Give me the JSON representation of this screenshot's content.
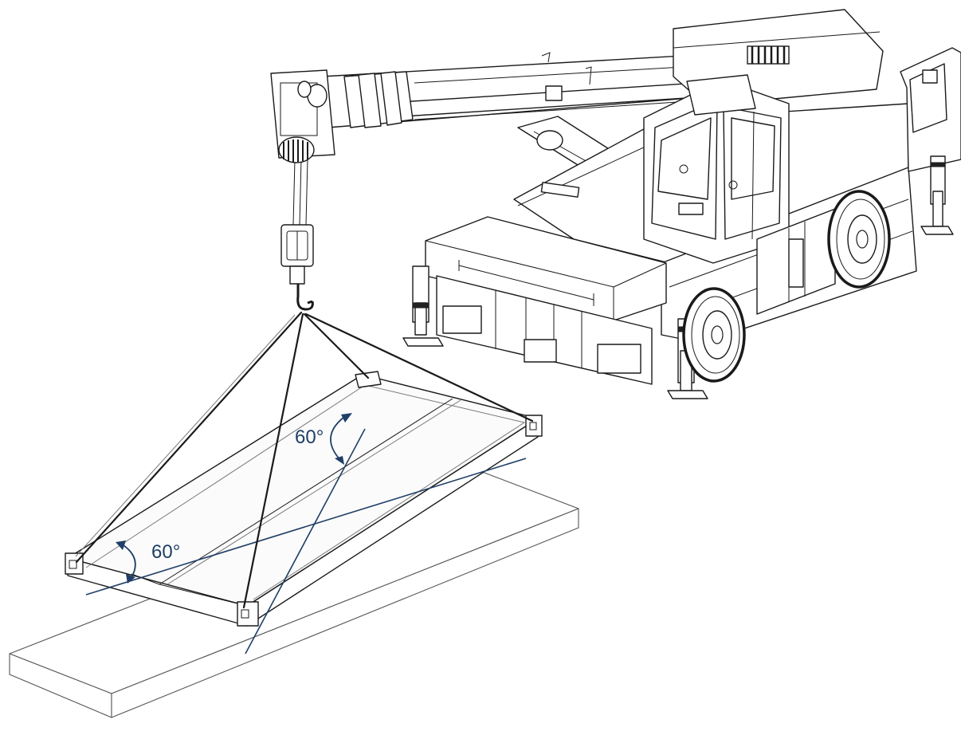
{
  "diagram": {
    "annotations": [
      {
        "id": "angle-upper",
        "text": "60°"
      },
      {
        "id": "angle-lower",
        "text": "60°"
      }
    ],
    "colors": {
      "annotation": "#1f3f66",
      "line_art": "#1a1a1a",
      "background": "#ffffff"
    }
  }
}
